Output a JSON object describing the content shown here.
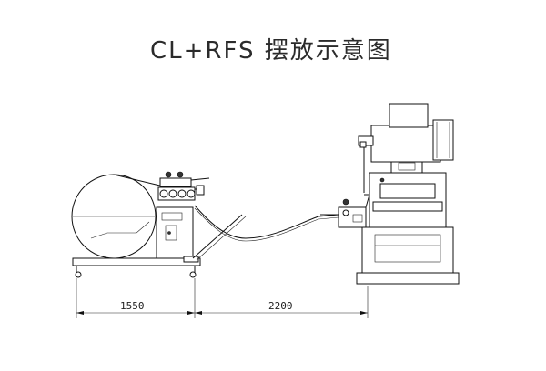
{
  "title": "CL+RFS 摆放示意图",
  "dimensions": {
    "left": "1550",
    "right": "2200"
  }
}
